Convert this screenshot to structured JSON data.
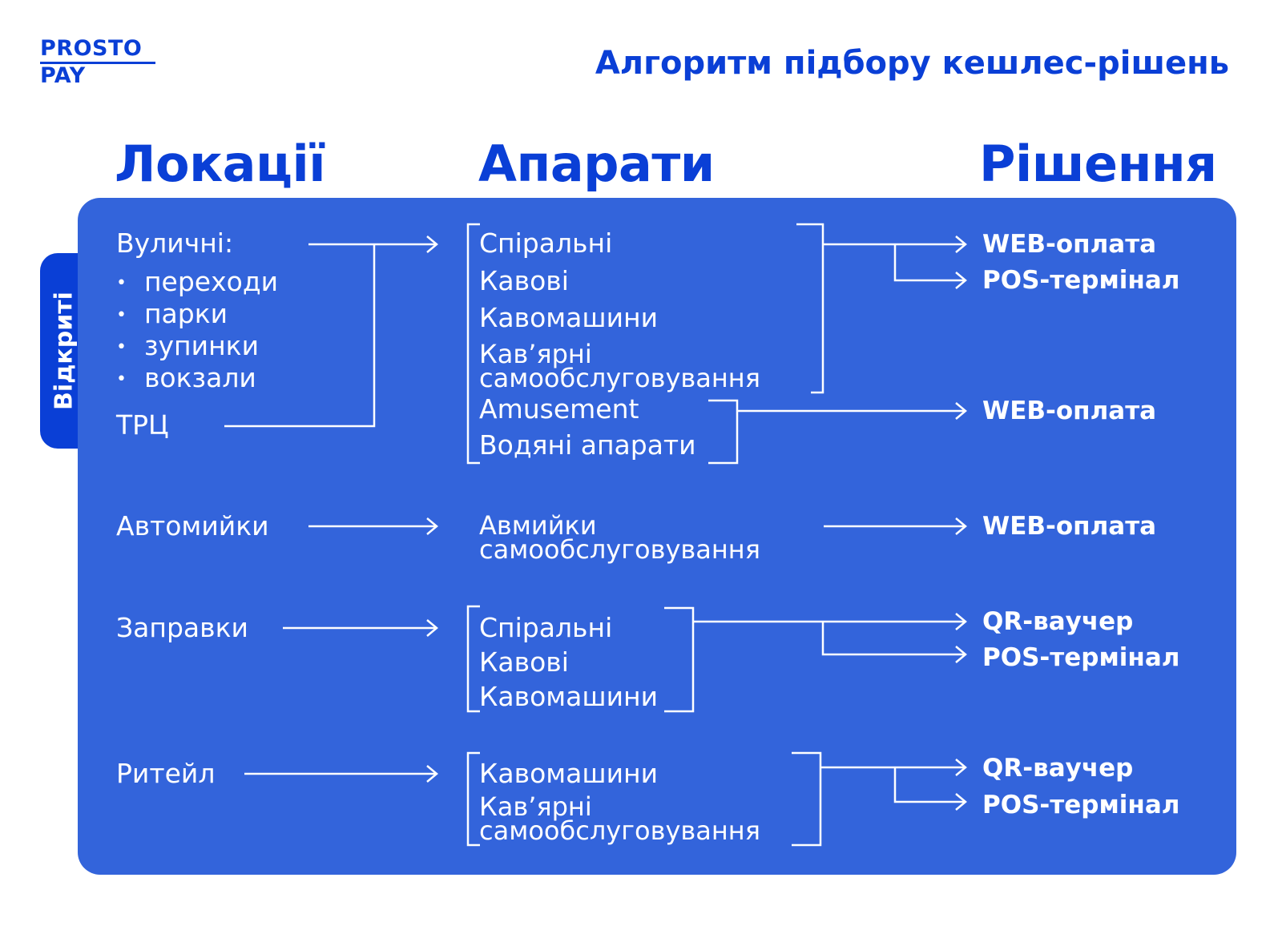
{
  "logo": {
    "line1": "PROSTO",
    "line2": "PAY"
  },
  "title": "Алгоритм підбору кешлес-рішень",
  "columns": {
    "locations": "Локації",
    "devices": "Апарати",
    "solutions": "Рішення"
  },
  "side_tab": "Відкриті",
  "colors": {
    "brand": "#0a3fd6",
    "panel": "#3364db",
    "text_on_panel": "#ffffff"
  },
  "groups": {
    "outdoor": {
      "street_label": "Вуличні:",
      "street_items": [
        "переходи",
        "парки",
        "зупинки",
        "вокзали"
      ],
      "mall": "ТРЦ",
      "devices": [
        "Спіральні",
        "Кавові",
        "Кавомашини",
        "Кав’ярні",
        "самообслуговування",
        "Amusement",
        "Водяні апарати"
      ],
      "solutions_a": [
        "WEB-оплата",
        "POS-термінал"
      ],
      "solutions_b": [
        "WEB-оплата"
      ]
    },
    "carwash": {
      "location": "Автомийки",
      "device_line1": "Авмийки",
      "device_line2": "самообслуговування",
      "solution": "WEB-оплата"
    },
    "gas": {
      "location": "Заправки",
      "devices": [
        "Спіральні",
        "Кавові",
        "Кавомашини"
      ],
      "solutions": [
        "QR-ваучер",
        "POS-термінал"
      ]
    },
    "retail": {
      "location": "Ритейл",
      "devices": [
        "Кавомашини",
        "Кав’ярні",
        "самообслуговування"
      ],
      "solutions": [
        "QR-ваучер",
        "POS-термінал"
      ]
    }
  }
}
